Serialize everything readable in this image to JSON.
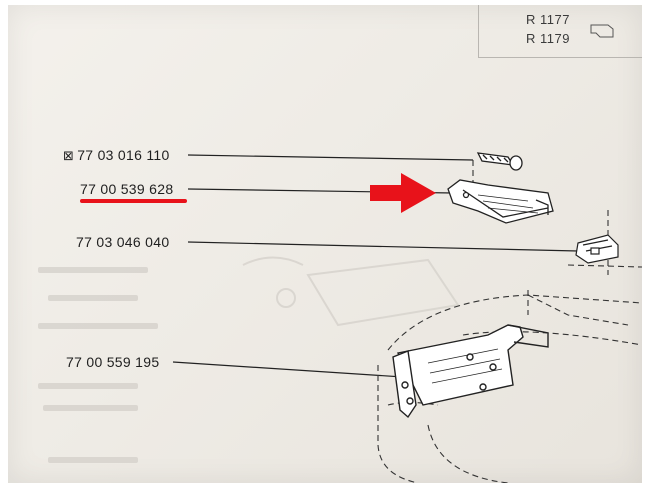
{
  "reference": {
    "lines": [
      "R 1177",
      "R 1179"
    ]
  },
  "parts": [
    {
      "number": "77 03 016 110",
      "mark": "⊠"
    },
    {
      "number": "77 00 539 628",
      "mark": ""
    },
    {
      "number": "77 03 046 040",
      "mark": ""
    },
    {
      "number": "77 00 559 195",
      "mark": ""
    }
  ],
  "highlight": {
    "part_index": 1,
    "color": "#e8121a"
  },
  "colors": {
    "ink": "#1f1f1f",
    "faded_ink": "#c9c5bf",
    "paper": "#f1eee9"
  }
}
